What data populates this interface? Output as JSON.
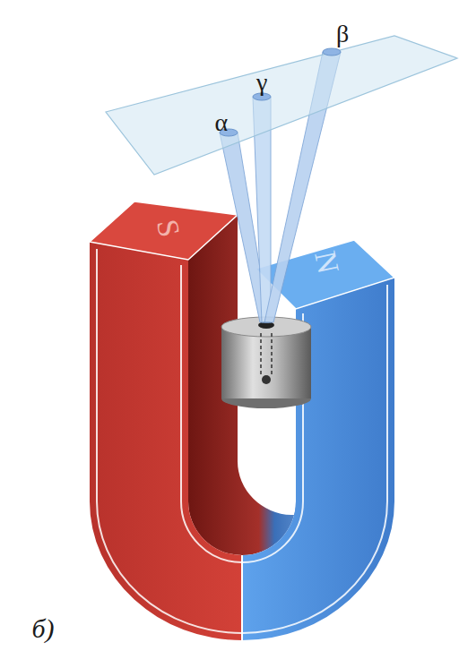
{
  "diagram": {
    "labels": [
      "α",
      "γ",
      "β",
      "S",
      "N",
      "б)"
    ]
  }
}
